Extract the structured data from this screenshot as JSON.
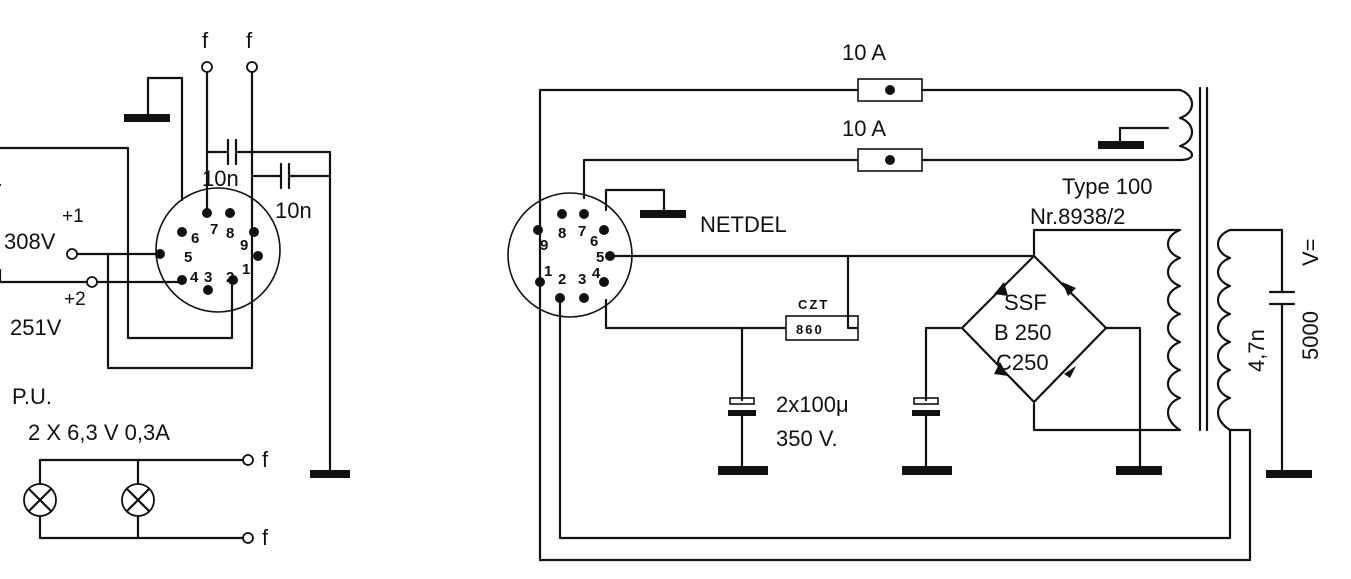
{
  "left": {
    "terminal_f1": "f",
    "terminal_f2": "f",
    "cap1": "10n",
    "cap2": "10n",
    "v1_sign": "+1",
    "v1_value": "308V",
    "v2_sign": "+2",
    "v2_value": "251V",
    "socket_pins": [
      "6",
      "7",
      "8",
      "9",
      "5",
      "1",
      "4",
      "3",
      "2"
    ],
    "pu_label": "P.U.",
    "lamp_spec": "2 X   6,3 V 0,3A",
    "lamp_term1": "f",
    "lamp_term2": "f"
  },
  "right": {
    "fuse1": "10 A",
    "fuse2": "10 A",
    "netdel": "NETDEL",
    "socket_pins": [
      "9",
      "8",
      "7",
      "6",
      "5",
      "1",
      "2",
      "3",
      "4"
    ],
    "czt_top": "CZT",
    "czt_bottom": "860",
    "cap_value": "2x100μ",
    "cap_voltage": "350 V.",
    "rect_line1": "SSF",
    "rect_line2": "B 250",
    "rect_line3": "C250",
    "transformer_type": "Type 100",
    "transformer_nr": "Nr.8938/2",
    "cap_out1": "4,7n",
    "cap_out2": "5000",
    "cap_out3": "V="
  }
}
